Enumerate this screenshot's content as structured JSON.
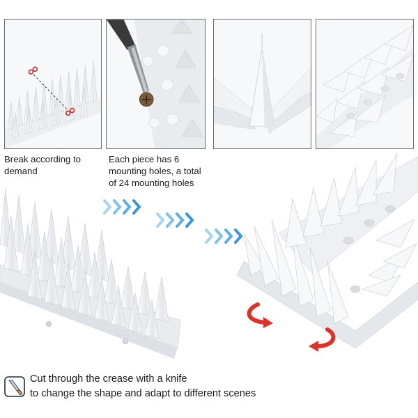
{
  "captions": {
    "break": "Break according to\ndemand",
    "holes": "Each piece has 6\nmounting holes, a total\nof 24 mounting holes"
  },
  "bottom_text": {
    "line1": "Cut through the crease with a knife",
    "line2": "to change the shape and adapt to different scenes"
  },
  "icons": {
    "scissors": "scissors-icon",
    "screwdriver": "screwdriver-icon",
    "knife": "knife-icon",
    "chevrons": "chevron-right-icon",
    "rotate": "rotate-arrow-icon"
  },
  "colors": {
    "chevron": "#4aa3df",
    "rotate_arrow": "#d9342b",
    "scissors": "#c0302a",
    "panel_border": "#6b6b6b",
    "product": "#eef0f3"
  }
}
